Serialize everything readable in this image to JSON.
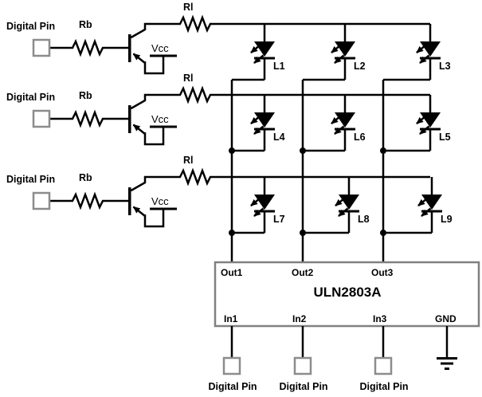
{
  "diagram": {
    "type": "circuit-schematic",
    "description": "3x3 LED matrix driven by PNP high-side transistors and ULN2803A low-side driver"
  },
  "colors": {
    "wire": "#000000",
    "terminal_border": "#8c8c8c",
    "chip_border": "#808080",
    "background": "#ffffff"
  },
  "drivers": [
    {
      "pin_label": "Digital Pin",
      "base_resistor": "Rb",
      "supply": "Vcc",
      "row_resistor": "Rl"
    },
    {
      "pin_label": "Digital Pin",
      "base_resistor": "Rb",
      "supply": "Vcc",
      "row_resistor": "Rl"
    },
    {
      "pin_label": "Digital Pin",
      "base_resistor": "Rb",
      "supply": "Vcc",
      "row_resistor": "Rl"
    }
  ],
  "leds": {
    "rows": [
      [
        "L1",
        "L2",
        "L3"
      ],
      [
        "L4",
        "L6",
        "L5"
      ],
      [
        "L7",
        "L8",
        "L9"
      ]
    ]
  },
  "chip": {
    "name": "ULN2803A",
    "output_pins": [
      "Out1",
      "Out2",
      "Out3"
    ],
    "input_pins": [
      "In1",
      "In2",
      "In3"
    ],
    "ground_pin": "GND"
  },
  "bottom_pins": [
    {
      "label": "Digital Pin"
    },
    {
      "label": "Digital Pin"
    },
    {
      "label": "Digital Pin"
    }
  ]
}
